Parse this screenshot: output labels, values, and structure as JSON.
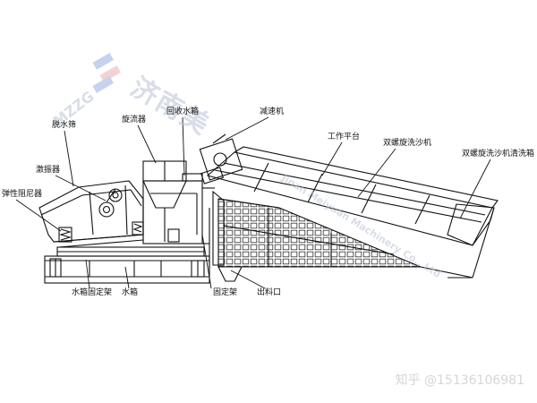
{
  "labels": {
    "dewater_screen": "脱水筛",
    "vibrator": "激振器",
    "spring_damper": "弹性阻尼器",
    "cyclone": "旋流器",
    "recovery_tank": "回收水箱",
    "reducer": "减速机",
    "work_platform": "工作平台",
    "spiral_washer": "双螺旋洗沙机",
    "washer_tank": "双螺旋洗沙机清洗箱",
    "tank_frame": "水箱固定架",
    "water_tank": "水箱",
    "fixed_frame": "固定架",
    "outlet": "出料口"
  },
  "watermark": {
    "logo_text": "MZZG",
    "company_cn": "济南美",
    "company_en": "Jinan Meiyuan Machinery Co., Ltd"
  },
  "footer": {
    "text": "知乎 @15136106981"
  }
}
